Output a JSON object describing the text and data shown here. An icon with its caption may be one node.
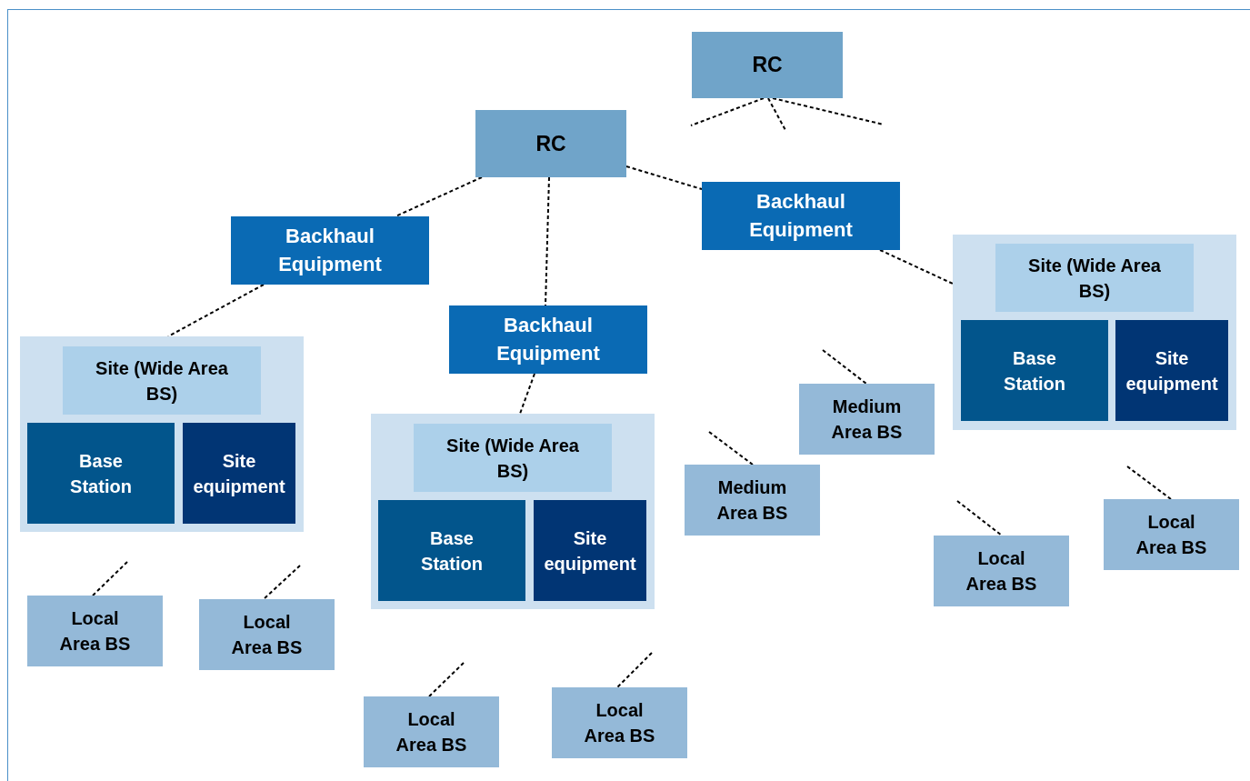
{
  "diagram": {
    "nodes": [
      {
        "text": [
          "RC"
        ]
      },
      {
        "text": [
          "RC"
        ]
      },
      {
        "text": [
          "Backhaul Equipment"
        ]
      },
      {
        "text": [
          "Backhaul Equipment"
        ]
      },
      {
        "text": [
          "Backhaul Equipment"
        ]
      },
      {
        "text": [],
        "shape": "box"
      },
      {
        "text": [
          "Site (Wide Area BS)"
        ],
        "in": 5
      },
      {
        "text": [
          "Base Station"
        ],
        "in": 5
      },
      {
        "text": [
          "Site equipment"
        ],
        "in": 5
      },
      {
        "text": [],
        "shape": "box"
      },
      {
        "text": [
          "Site (Wide Area BS)"
        ],
        "in": 9
      },
      {
        "text": [
          "Base Station"
        ],
        "in": 9
      },
      {
        "text": [
          "Site equipment"
        ],
        "in": 9
      },
      {
        "text": [],
        "shape": "box"
      },
      {
        "text": [
          "Site (Wide Area BS)"
        ],
        "in": 13
      },
      {
        "text": [
          "Base Station"
        ],
        "in": 13
      },
      {
        "text": [
          "Site equipment"
        ],
        "in": 13
      },
      {
        "text": [
          "Medium Area BS"
        ]
      },
      {
        "text": [
          "Medium Area BS"
        ]
      },
      {
        "text": [
          "Local Area BS"
        ]
      },
      {
        "text": [
          "Local Area BS"
        ]
      },
      {
        "text": [
          "Local Area BS"
        ]
      },
      {
        "text": [
          "Local Area BS"
        ]
      },
      {
        "text": [
          "Local Area BS"
        ]
      },
      {
        "text": [
          "Local Area BS"
        ]
      }
    ],
    "edges": [
      {
        "from": 1,
        "to": 2,
        "arrow": "none",
        "style": "dashed"
      },
      {
        "from": 1,
        "to": 3,
        "arrow": "none",
        "style": "dashed"
      },
      {
        "from": 1,
        "to": 4,
        "arrow": "none",
        "style": "dashed"
      },
      {
        "from": 2,
        "to": 5,
        "arrow": "none",
        "style": "dashed"
      },
      {
        "from": 3,
        "to": 9,
        "arrow": "none",
        "style": "dashed"
      },
      {
        "from": 4,
        "to": 13,
        "arrow": "none",
        "style": "dashed"
      },
      {
        "from": 0,
        "to": null,
        "arrow": "none",
        "style": "dashed"
      },
      {
        "from": 0,
        "to": null,
        "arrow": "none",
        "style": "dashed"
      },
      {
        "from": 0,
        "to": null,
        "arrow": "none",
        "style": "dashed"
      },
      {
        "from": null,
        "to": 17,
        "arrow": "none",
        "style": "dashed"
      },
      {
        "from": null,
        "to": 18,
        "arrow": "none",
        "style": "dashed"
      },
      {
        "from": null,
        "to": 19,
        "arrow": "none",
        "style": "dashed"
      },
      {
        "from": null,
        "to": 20,
        "arrow": "none",
        "style": "dashed"
      },
      {
        "from": null,
        "to": 21,
        "arrow": "none",
        "style": "dashed"
      },
      {
        "from": null,
        "to": 22,
        "arrow": "none",
        "style": "dashed"
      },
      {
        "from": null,
        "to": 23,
        "arrow": "none",
        "style": "dashed"
      },
      {
        "from": null,
        "to": 24,
        "arrow": "none",
        "style": "dashed"
      }
    ]
  }
}
